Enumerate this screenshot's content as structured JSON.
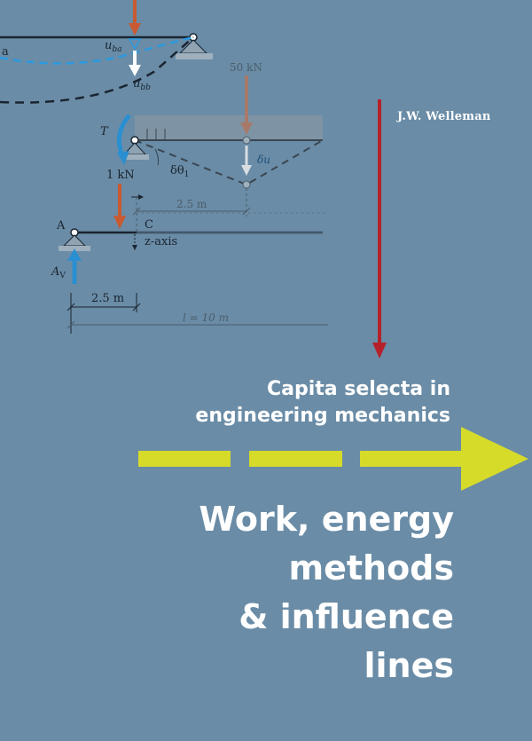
{
  "book": {
    "author": "J.W. Welleman",
    "series_line1": "Capita selecta in",
    "series_line2": "engineering mechanics",
    "title_line1": "Work, energy",
    "title_line2": "methods",
    "title_line3": "& influence",
    "title_line4": "lines"
  },
  "diagram_labels": {
    "a_left": "a",
    "u_ba": "u",
    "u_ba_sub": "ba",
    "u_bb": "u",
    "u_bb_sub": "bb",
    "load_50": "50 kN",
    "torque": "T",
    "delta_u": "δu",
    "delta_theta": "δθ",
    "delta_theta_sub": "1",
    "load_1": "1 kN",
    "dim_25_top": "2.5 m",
    "point_a": "A",
    "point_c": "C",
    "z_axis": "z-axis",
    "reaction": "A",
    "reaction_sub": "V",
    "dim_25_bottom": "2.5 m",
    "length": "l = 10 m"
  },
  "colors": {
    "background": "#6a8ca6",
    "accent_yellow": "#d6db2a",
    "arrow_red": "#b5212b",
    "load_orange": "#c85a32",
    "reaction_blue": "#2a8fd0"
  }
}
